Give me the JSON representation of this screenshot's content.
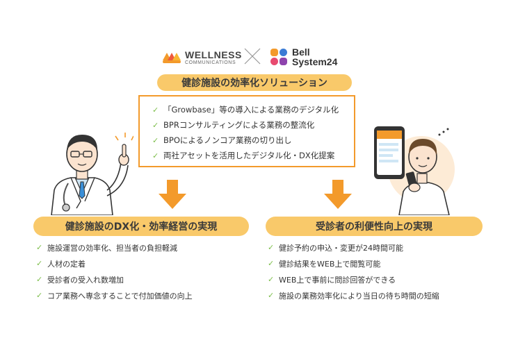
{
  "logos": {
    "wellness_name": "WELLNESS",
    "wellness_sub": "COMMUNICATIONS",
    "bell_line1": "Bell",
    "bell_line2": "System24"
  },
  "title": "健診施設の効率化ソリューション",
  "solutions": [
    "「Growbase」等の導入による業務のデジタル化",
    "BPRコンサルティングによる業務の整流化",
    "BPOによるノンコア業務の切り出し",
    "両社アセットを活用したデジタル化・DX化提案"
  ],
  "left_section": {
    "heading": "健診施設のDX化・効率経営の実現",
    "items": [
      "施設運営の効率化、担当者の負担軽減",
      "人材の定着",
      "受診者の受入れ数増加",
      "コア業務へ専念することで付加価値の向上"
    ]
  },
  "right_section": {
    "heading": "受診者の利便性向上の実現",
    "items": [
      "健診予約の申込・変更が24時間可能",
      "健診結果をWEB上で閲覧可能",
      "WEB上で事前に問診回答ができる",
      "施設の業務効率化により当日の待ち時間の短縮"
    ]
  },
  "icons": {
    "check": "✓",
    "check_icon": "check-icon",
    "arrow_icon": "down-arrow-icon",
    "cross_icon": "cross-icon"
  },
  "colors": {
    "accent_orange": "#f39a2b",
    "pill_yellow": "#f9c96a",
    "check_green": "#7bbd48"
  }
}
